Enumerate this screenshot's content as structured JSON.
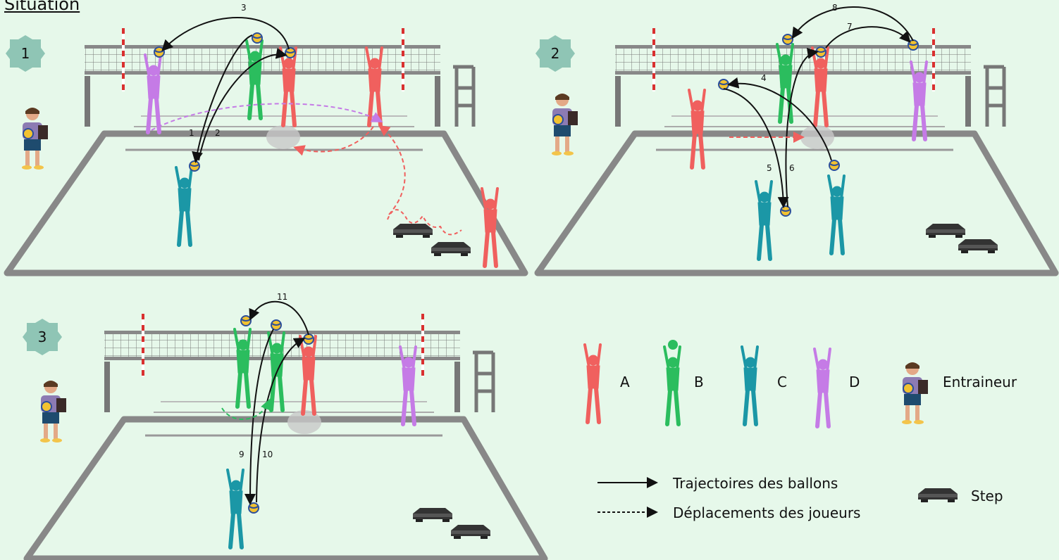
{
  "title": "Situation",
  "panels": [
    {
      "number": "1",
      "numbers": [
        "3",
        "1",
        "2"
      ]
    },
    {
      "number": "2",
      "numbers": [
        "8",
        "7",
        "4",
        "5",
        "6"
      ]
    },
    {
      "number": "3",
      "numbers": [
        "11",
        "9",
        "10"
      ]
    }
  ],
  "legend": {
    "players": [
      {
        "label": "A",
        "color": "#f0605e"
      },
      {
        "label": "B",
        "color": "#2bbd5e"
      },
      {
        "label": "C",
        "color": "#1b97a6"
      },
      {
        "label": "D",
        "color": "#c57be6"
      }
    ],
    "coach_label": "Entraineur",
    "ball_path_label": "Trajectoires des ballons",
    "player_move_label": "Déplacements des joueurs",
    "step_label": "Step"
  },
  "colors": {
    "background": "#e6f8ea",
    "court_line": "#7a7a7a",
    "badge": "#8fc5b5",
    "ball": "#f2c230",
    "ball_blue": "#2d4f9a"
  }
}
